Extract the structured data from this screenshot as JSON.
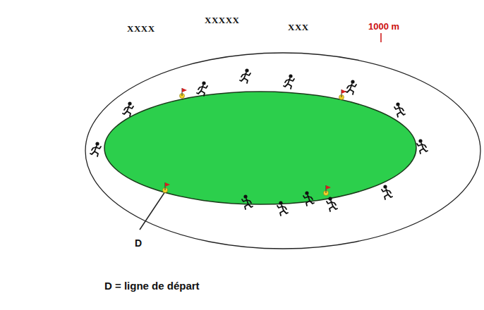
{
  "diagram": {
    "caption": "D = ligne de départ",
    "labels": [
      "XXXX",
      "XXXXX",
      "XXX",
      "1000 m",
      "D"
    ]
  }
}
